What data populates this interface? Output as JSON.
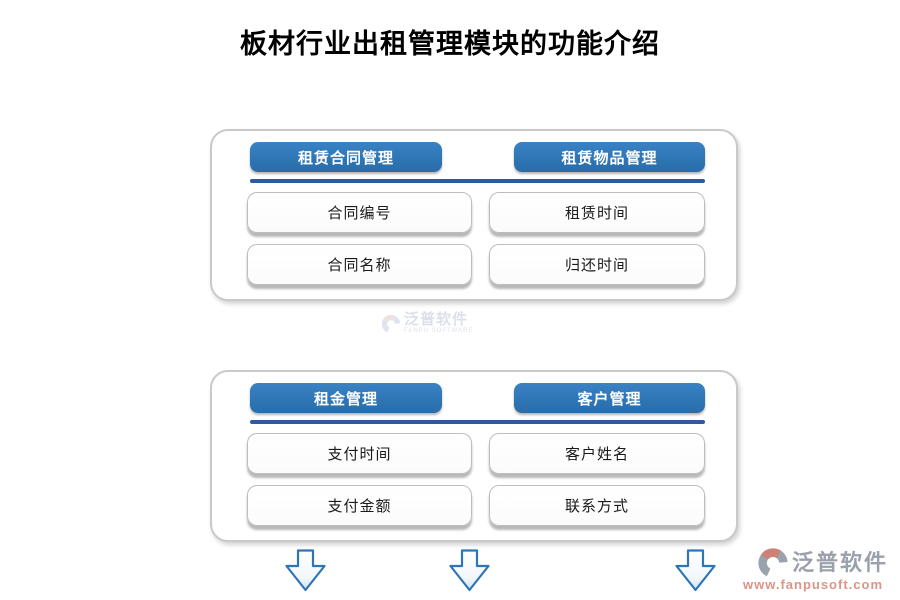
{
  "title": "板材行业出租管理模块的功能介绍",
  "panels": [
    {
      "columns": [
        {
          "header": "租赁合同管理",
          "items": [
            "合同编号",
            "合同名称"
          ]
        },
        {
          "header": "租赁物品管理",
          "items": [
            "租赁时间",
            "归还时间"
          ]
        }
      ]
    },
    {
      "columns": [
        {
          "header": "租金管理",
          "items": [
            "支付时间",
            "支付金额"
          ]
        },
        {
          "header": "客户管理",
          "items": [
            "客户姓名",
            "联系方式"
          ]
        }
      ]
    }
  ],
  "watermark_center": {
    "brand": "泛普软件",
    "sub": "FANPU SOFTWARE"
  },
  "watermark_corner": {
    "brand": "泛普软件",
    "url": "www.fanpusoft.com"
  },
  "icons": {
    "down_arrow": "down-block-arrow",
    "logo": "fanpu-logo"
  },
  "colors": {
    "header_blue": "#2E76B5",
    "divider_blue": "#2F5B9D",
    "arrow_outline_blue": "#2E75B6",
    "brand_gray": "#9AA1AC",
    "brand_salmon": "#CD8275",
    "url_salmon": "#DD9488",
    "item_border_gray": "#BDBDBD"
  }
}
